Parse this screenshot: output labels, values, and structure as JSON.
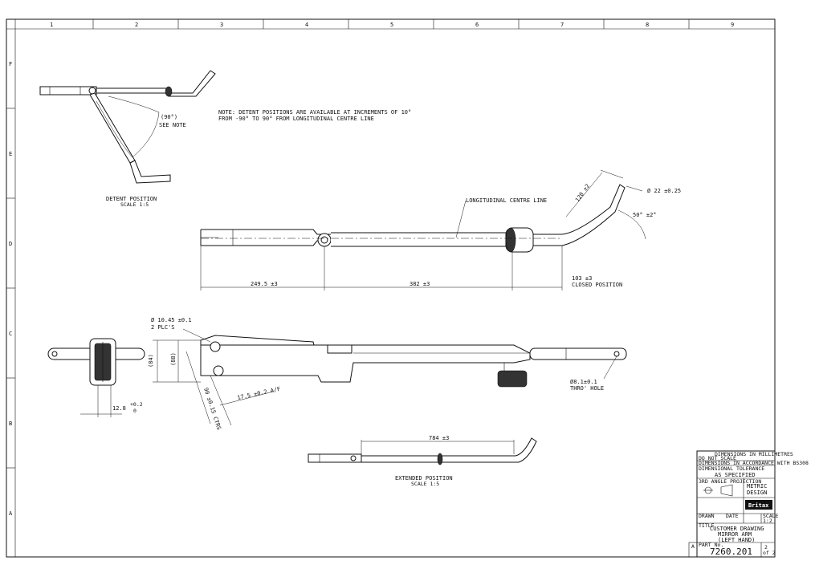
{
  "border": {
    "columns": [
      "1",
      "2",
      "3",
      "4",
      "5",
      "6",
      "7",
      "8",
      "9"
    ],
    "rows": [
      "F",
      "E",
      "D",
      "C",
      "B",
      "A"
    ]
  },
  "note": {
    "line1": "NOTE: DETENT POSITIONS ARE AVAILABLE AT INCREMENTS OF 10°",
    "line2": "FROM -90° TO 90° FROM LONGITUDINAL CENTRE LINE"
  },
  "detent_view": {
    "angle": "(90°)",
    "see_note": "SEE NOTE",
    "title": "DETENT POSITION",
    "scale": "SCALE 1:5"
  },
  "plan_view": {
    "centre_line": "LONGITUDINAL CENTRE LINE",
    "dim_length_1": "249.5 ±3",
    "dim_length_2": "382 ±3",
    "dim_closed": "103 ±3",
    "closed_position": "CLOSED POSITION",
    "dim_bend": "120 ±2",
    "dim_dia": "Ø 22 ±0.25",
    "dim_angle": "50° ±2°"
  },
  "side_view": {
    "hole_dia": "Ø 10.45 ±0.1",
    "plcs": "2 PLC'S",
    "dim_84": "(84)",
    "dim_88": "(88)",
    "dim_90": "90 ±0.15 CTRS",
    "dim_af": "17.5 ±0.2 A/F",
    "thro_hole_1": "Ø8.1±0.1",
    "thro_hole_2": "THRO' HOLE"
  },
  "end_view": {
    "dim_12_8": "12.8",
    "tol_plus": "+0.2",
    "tol_zero": "0"
  },
  "extended_view": {
    "dim_length": "784 ±3",
    "title": "EXTENDED POSITION",
    "scale": "SCALE 1:5"
  },
  "title_block": {
    "units": "DIMENSIONS IN MILLIMETRES",
    "scale_note": "DO NOT SCALE",
    "toleranced": "DIMENSIONS IN ACCORDANCE WITH BS308",
    "tolerance": "DIMENSIONAL TOLERANCE",
    "material": "AS SPECIFIED",
    "projection": "3RD ANGLE PROJECTION",
    "design": "METRIC\nDESIGN",
    "company_logo": "Britax",
    "drawn_label": "DRAWN",
    "date_label": "DATE",
    "scale_label": "SCALE",
    "scale_value": "1:2",
    "title_label": "TITLE",
    "title_1": "CUSTOMER DRAWING",
    "title_2": "MIRROR ARM",
    "title_3": "(LEFT HAND)",
    "part_no_label": "PART No.",
    "part_no": "7260.201",
    "iss": "A",
    "sheet": "2",
    "of": "of 2"
  }
}
